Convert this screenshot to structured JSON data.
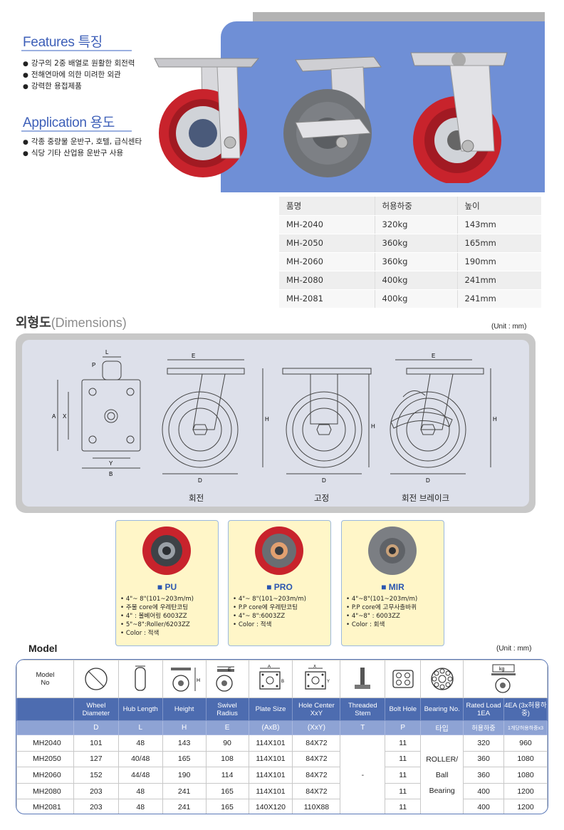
{
  "features": {
    "title_en": "Features",
    "title_ko": "특징",
    "items": [
      "강구의 2중 배열로 원활한 회전력",
      "전해연마에 의한 미려한 외관",
      "강력한 용접제품"
    ]
  },
  "application": {
    "title_en": "Application",
    "title_ko": "용도",
    "items": [
      "각종 중량물 운반구, 호텔, 급식센타",
      "식당 기타 산업용 운반구 사용"
    ]
  },
  "spec_table": {
    "headers": [
      "품명",
      "허용하중",
      "높이"
    ],
    "rows": [
      [
        "MH-2040",
        "320kg",
        "143mm"
      ],
      [
        "MH-2050",
        "360kg",
        "165mm"
      ],
      [
        "MH-2060",
        "360kg",
        "190mm"
      ],
      [
        "MH-2080",
        "400kg",
        "241mm"
      ],
      [
        "MH-2081",
        "400kg",
        "241mm"
      ]
    ]
  },
  "dimensions": {
    "title_ko": "외형도",
    "title_en": "(Dimensions)",
    "unit": "(Unit : mm)",
    "views": [
      "회전",
      "고정",
      "회전 브레이크"
    ],
    "letters": {
      "L": "L",
      "P": "P",
      "A": "A",
      "X": "X",
      "Y": "Y",
      "B": "B",
      "E": "E",
      "H": "H",
      "D": "D"
    }
  },
  "wheels": [
    {
      "name": "PU",
      "color": "#c8232c",
      "specs": [
        "4\"~ 8\"(101~203m/m)",
        "주물 core에 우레탄코팅",
        "4\" : 볼베어링 6003ZZ",
        "5\"~8\":Roller/6203ZZ",
        "Color : 적색"
      ]
    },
    {
      "name": "PRO",
      "color": "#c8232c",
      "specs": [
        "4\"~ 8\"(101~203m/m)",
        "P.P core에 우레탄코팅",
        "4\"~ 8\":6003ZZ",
        "Color : 적색"
      ]
    },
    {
      "name": "MIR",
      "color": "#7b7e83",
      "specs": [
        "4\"~8\"(101~203m/m)",
        "P.P core에 고무사출바퀴",
        "4\"~8\" : 6003ZZ",
        "Color : 회색"
      ]
    }
  ],
  "model": {
    "title": "Model",
    "unit": "(Unit : mm)",
    "model_no_label": [
      "Model",
      "No"
    ],
    "columns": [
      "Wheel Diameter",
      "Hub Length",
      "Height",
      "Swivel Radius",
      "Plate Size",
      "Hole Center XxY",
      "Threaded Stem",
      "Bolt Hole",
      "Bearing No.",
      "Rated Load 1EA",
      "4EA (3x허용하중)"
    ],
    "abbr": [
      "D",
      "L",
      "H",
      "E",
      "(AxB)",
      "(XxY)",
      "T",
      "P",
      "타입",
      "허용하중",
      "1개당허용하중x3"
    ],
    "rows": [
      {
        "model": "MH2040",
        "D": "101",
        "L": "48",
        "H": "143",
        "E": "90",
        "AxB": "114X101",
        "XxY": "84X72",
        "P": "11",
        "load1": "320",
        "load4": "960"
      },
      {
        "model": "MH2050",
        "D": "127",
        "L": "40/48",
        "H": "165",
        "E": "108",
        "AxB": "114X101",
        "XxY": "84X72",
        "P": "11",
        "load1": "360",
        "load4": "1080"
      },
      {
        "model": "MH2060",
        "D": "152",
        "L": "44/48",
        "H": "190",
        "E": "114",
        "AxB": "114X101",
        "XxY": "84X72",
        "P": "11",
        "load1": "360",
        "load4": "1080"
      },
      {
        "model": "MH2080",
        "D": "203",
        "L": "48",
        "H": "241",
        "E": "165",
        "AxB": "114X101",
        "XxY": "84X72",
        "P": "11",
        "load1": "400",
        "load4": "1200"
      },
      {
        "model": "MH2081",
        "D": "203",
        "L": "48",
        "H": "241",
        "E": "165",
        "AxB": "140X120",
        "XxY": "110X88",
        "P": "11",
        "load1": "400",
        "load4": "1200"
      }
    ],
    "threaded_stem": "-",
    "bearing": [
      "ROLLER/",
      "Ball",
      "Bearing"
    ],
    "icon_labels": {
      "H": "H",
      "E": "E",
      "A": "A",
      "B": "B",
      "X": "X",
      "Y": "Y",
      "kg": "kg"
    }
  },
  "colors": {
    "accent": "#3d5fb8",
    "blue_panel": "#6f8fd6",
    "red_wheel": "#c8232c",
    "table_head": "#4d6cb0"
  }
}
